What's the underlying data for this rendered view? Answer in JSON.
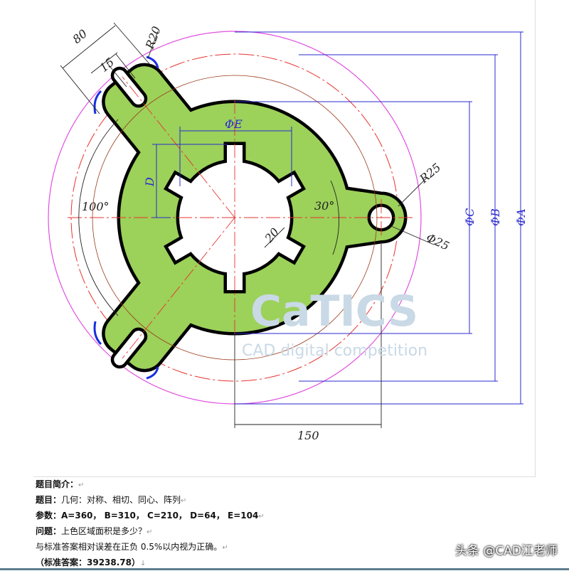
{
  "drawing": {
    "dims": {
      "d80": "80",
      "d15": "15",
      "r20": "R20",
      "e": "ΦE",
      "d": "D",
      "angle100": "100°",
      "angle30": "30°",
      "r25": "R25",
      "d20": "20",
      "phi25": "Φ25",
      "c": "ΦC",
      "b": "ΦB",
      "a": "ΦA",
      "d150": "150"
    },
    "watermark_logo": "CaTICS",
    "watermark_sub": "CAD digital competition",
    "colors": {
      "fill": "#9cd15a",
      "dim_blue": "#2a2ad0",
      "center_red": "#e8332f",
      "circle_pink": "#e04fe0"
    }
  },
  "text": {
    "intro_label": "题目简介：",
    "topic_label": "题目：",
    "topic_value": "几何：对称、相切、同心、阵列",
    "params_label": "参数：",
    "params_value": "A=360， B=310， C=210， D=64， E=104",
    "question_label": "问题：",
    "question_value": "上色区域面积是多少？",
    "tolerance": "与标准答案相对误差在正负 0.5%以内视为正确。",
    "answer": "（标准答案：39238.78）"
  },
  "watermark": "头条 @CAD江老师"
}
